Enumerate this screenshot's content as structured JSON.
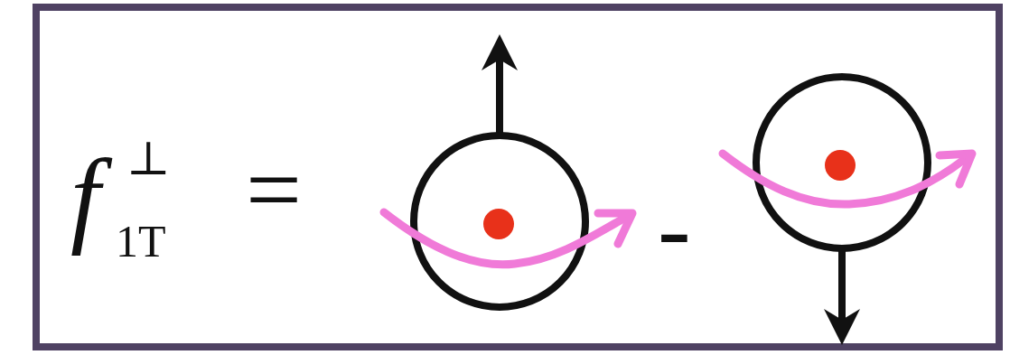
{
  "diagram": {
    "labels": [
      "f",
      "⊥",
      "1T",
      "=",
      "-"
    ]
  }
}
